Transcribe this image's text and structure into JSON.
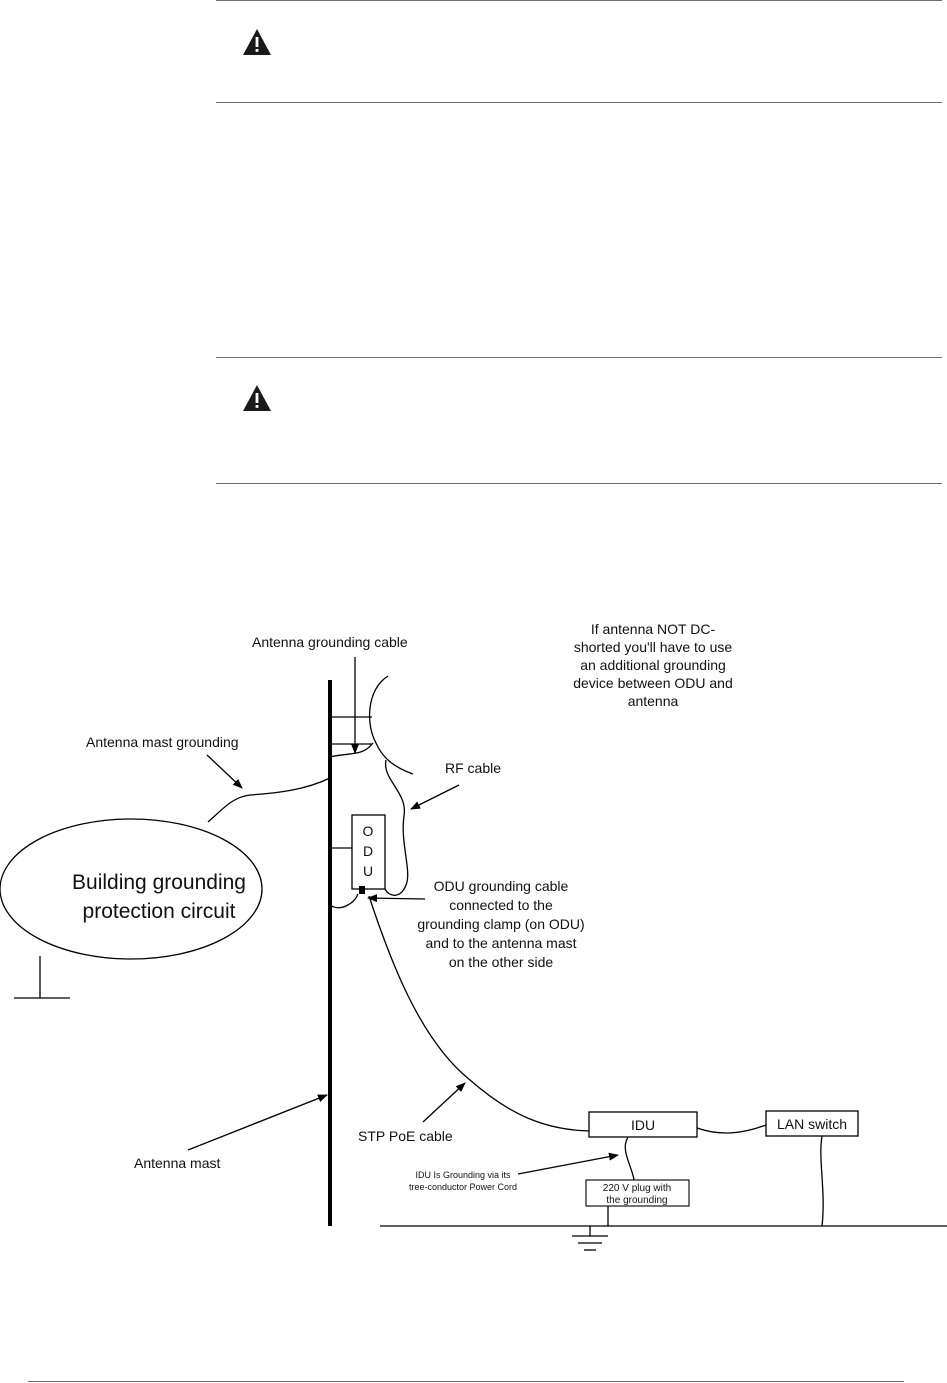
{
  "warnings": [
    {
      "icon": "warning-triangle-icon"
    },
    {
      "icon": "warning-triangle-icon"
    }
  ],
  "diagram": {
    "odu_letters": [
      "O",
      "D",
      "U"
    ],
    "building_label": [
      "Building grounding",
      "protection circuit"
    ],
    "antenna_grounding_cable": "Antenna grounding cable",
    "antenna_note": [
      "If antenna NOT DC-",
      "shorted you'll have to use",
      "an additional grounding",
      "device between ODU and",
      "antenna"
    ],
    "antenna_mast_grounding": "Antenna mast grounding",
    "rf_cable": "RF cable",
    "odu_grounding_note": [
      "ODU grounding cable",
      "connected to the",
      "grounding clamp (on ODU)",
      "and to the antenna mast",
      "on the other side"
    ],
    "stp_poe_cable": "STP PoE cable",
    "antenna_mast": "Antenna mast",
    "idu": "IDU",
    "lan_switch": "LAN switch",
    "idu_grounding_note": [
      "IDU Is Grounding via its",
      "tree-conductor Power Cord"
    ],
    "plug_label": [
      "220 V plug with",
      "the grounding"
    ]
  }
}
